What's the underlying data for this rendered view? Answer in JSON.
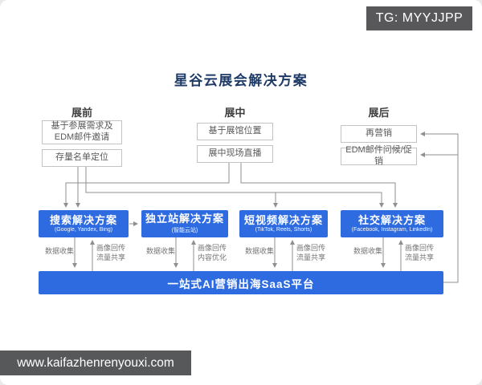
{
  "badge": {
    "label": "TG: MYYJJPP"
  },
  "title": "星谷云展会解决方案",
  "stages": [
    {
      "label": "展前",
      "boxes": [
        "基于参展需求及\nEDM邮件邀请",
        "存量名单定位"
      ]
    },
    {
      "label": "展中",
      "boxes": [
        "基于展馆位置",
        "展中现场直播"
      ]
    },
    {
      "label": "展后",
      "boxes": [
        "再营销",
        "EDM邮件问候/促销"
      ]
    }
  ],
  "solutions": [
    {
      "title": "搜索解决方案",
      "subtitle": "(Google, Yandex, Bing)",
      "collect": "数据收集",
      "feedback": "画像回传\n流量共享"
    },
    {
      "title": "独立站解决方案",
      "subtitle": "(智能云站)",
      "collect": "数据收集",
      "feedback": "画像回传\n内容优化"
    },
    {
      "title": "短视频解决方案",
      "subtitle": "(TikTok, Reels, Shorts)",
      "collect": "数据收集",
      "feedback": "画像回传\n流量共享"
    },
    {
      "title": "社交解决方案",
      "subtitle": "(Facebook, Instagram, LinkedIn)",
      "collect": "数据收集",
      "feedback": "画像回传\n流量共享"
    }
  ],
  "platform": {
    "label": "一站式AI营销出海SaaS平台"
  },
  "watermark": {
    "label": "www.kaifazhenrenyouxi.com"
  },
  "colors": {
    "accent_blue": "#2e6be0",
    "title_navy": "#1e3a66",
    "badge_gray": "#58585a",
    "connector_gray": "#8f8f8f",
    "box_border": "#c3c3c3"
  }
}
